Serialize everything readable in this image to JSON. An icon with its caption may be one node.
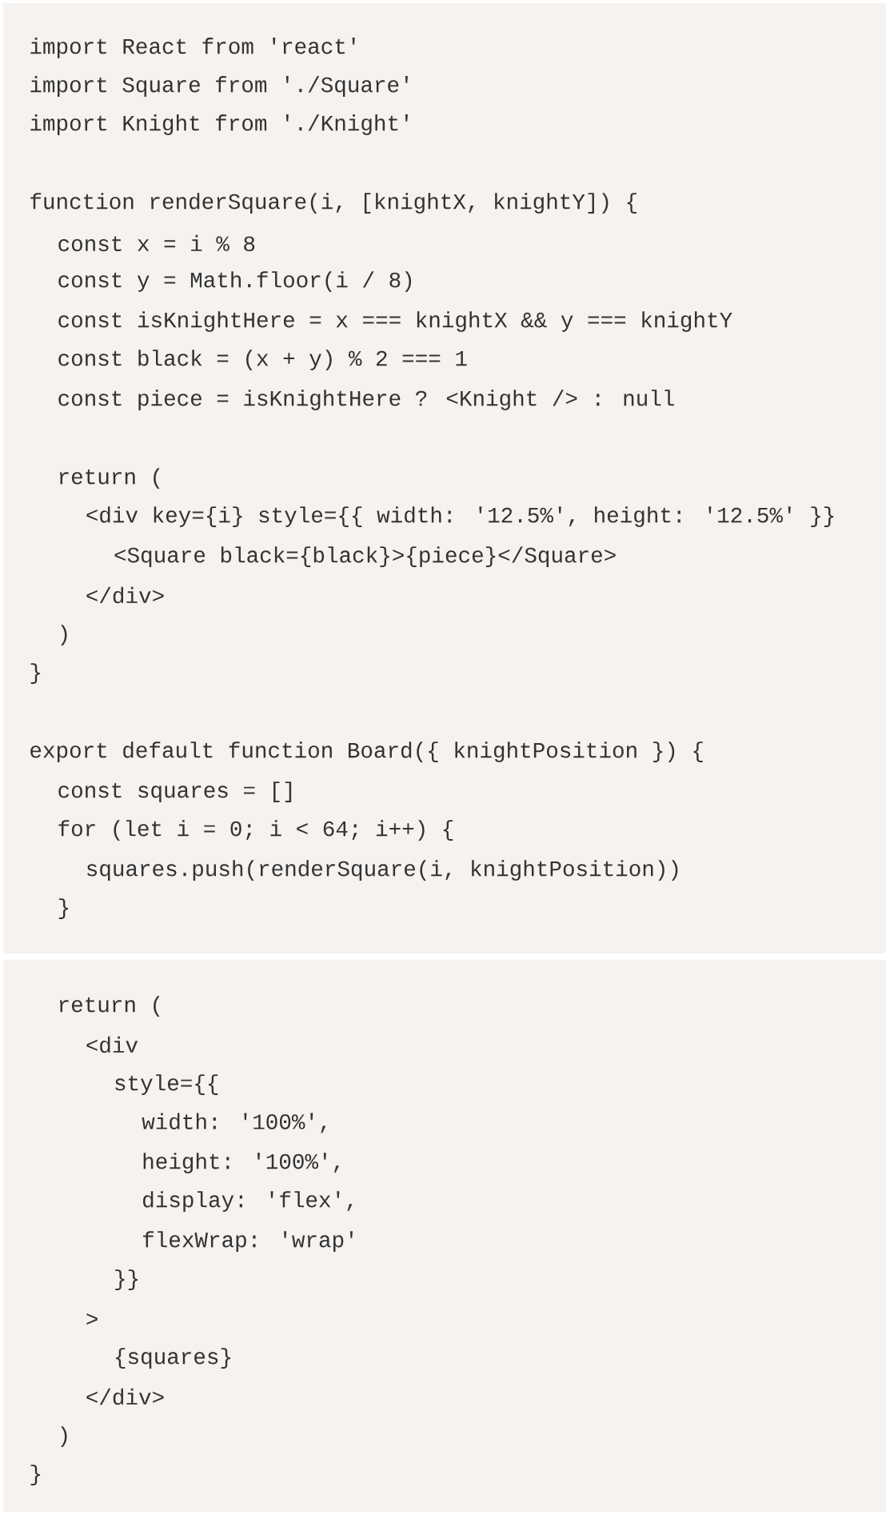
{
  "diagram": {
    "labels": [
      "import React from 'react'",
      "import Square from './Square'",
      "import Knight from './Knight'",
      "function renderSquare(i, [knightX, knightY]) {",
      "const x = i % 8",
      "const y = Math.floor(i / 8)",
      "const isKnightHere = x === knightX && y === knightY",
      "const black = (x + y) % 2 === 1",
      "const piece = isKnightHere ? <Knight /> : null",
      "return (",
      "<div key={i} style={{ width: '12.5%', height: '12.5%' }}",
      "<Square black={black}>{piece}</Square>",
      "</div>",
      ")",
      "}",
      "export default function Board({ knightPosition }) {",
      "const squares = []",
      "for (let i = 0; i < 64; i++) {",
      "squares.push(renderSquare(i, knightPosition))",
      "}",
      "return (",
      "<div",
      "style={{",
      "width: '100%',",
      "height: '100%',",
      "display: 'flex',",
      "flexWrap: 'wrap'",
      "}}",
      ">",
      "{squares}",
      "</div>",
      ")",
      "}"
    ]
  }
}
